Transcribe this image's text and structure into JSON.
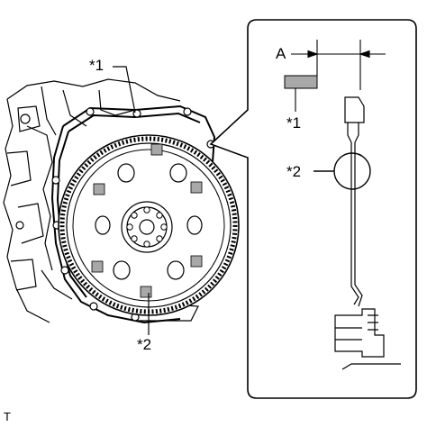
{
  "labels": {
    "callout_1_main": "*1",
    "callout_2_main": "*2",
    "detail_dimension": "A",
    "detail_callout_1": "*1",
    "detail_callout_2": "*2",
    "corner_mark": "T"
  },
  "colors": {
    "line": "#000000",
    "marker_fill": "#a8a8a8",
    "background": "#ffffff"
  }
}
